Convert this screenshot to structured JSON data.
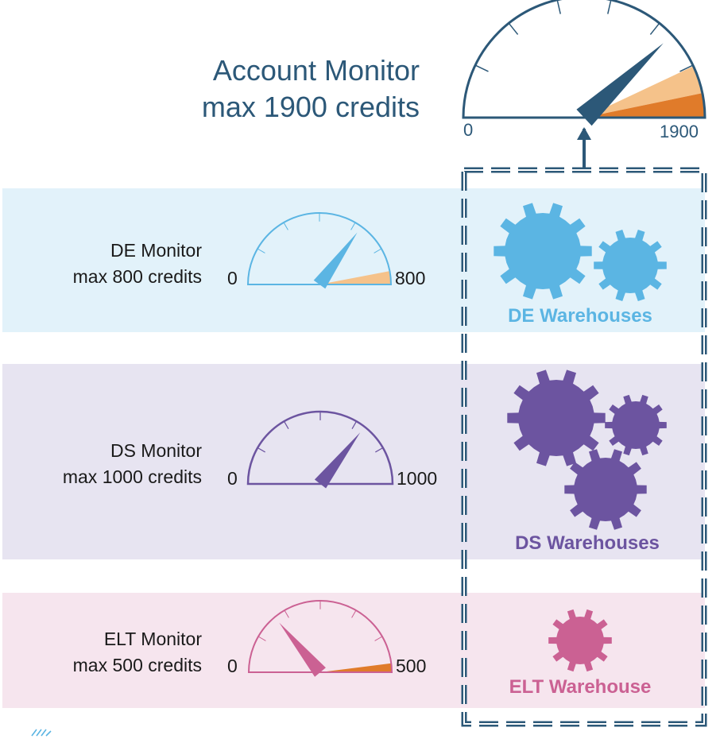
{
  "account_monitor": {
    "title_line1": "Account Monitor",
    "title_line2": "max 1900 credits",
    "min_label": "0",
    "max_label": "1900",
    "needle_fraction": 0.76,
    "color": "#2c5878"
  },
  "monitors": [
    {
      "id": "de",
      "name_line": "DE Monitor",
      "max_line": "max 800 credits",
      "min_label": "0",
      "max_label": "800",
      "color": "#5bb5e3",
      "needle_fraction": 0.7,
      "warehouse_label": "DE Warehouses",
      "warehouse_color": "#5bb5e3"
    },
    {
      "id": "ds",
      "name_line": "DS Monitor",
      "max_line": "max 1000 credits",
      "min_label": "0",
      "max_label": "1000",
      "color": "#6c54a0",
      "needle_fraction": 0.71,
      "warehouse_label": "DS Warehouses",
      "warehouse_color": "#6c54a0"
    },
    {
      "id": "elt",
      "name_line": "ELT Monitor",
      "max_line": "max 500 credits",
      "min_label": "0",
      "max_label": "500",
      "color": "#cb6193",
      "needle_fraction": 0.28,
      "warehouse_label": "ELT Warehouse",
      "warehouse_color": "#cb6193"
    }
  ],
  "colors": {
    "warning_light": "#f5c28a",
    "warning_dark": "#e07b2a",
    "dashed_box": "#2c5878"
  }
}
